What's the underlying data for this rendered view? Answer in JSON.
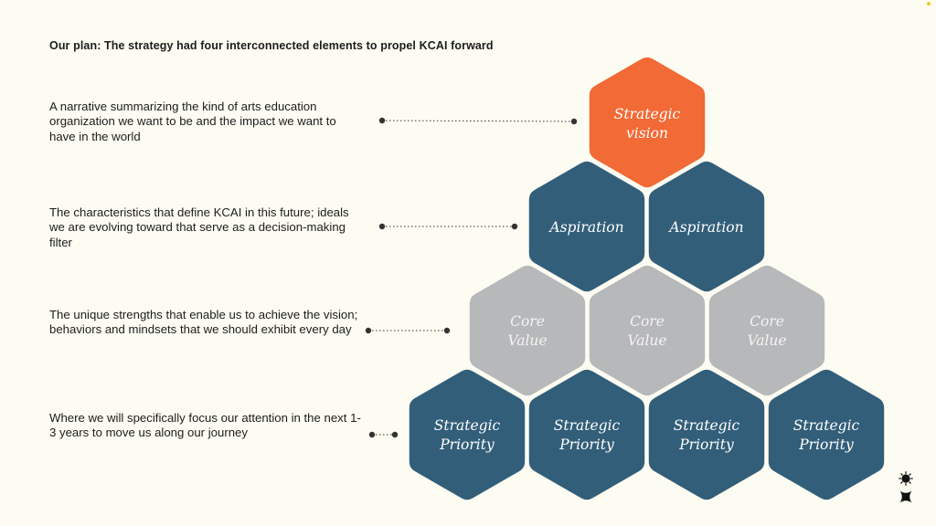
{
  "title": "Our plan: The strategy had four interconnected elements to propel KCAI forward",
  "rows": [
    {
      "description": "A narrative summarizing the kind of arts education organization we want to be and the impact we want to have in the world",
      "hexagons": [
        {
          "line1": "Strategic",
          "line2": "vision"
        }
      ]
    },
    {
      "description": "The characteristics that define KCAI in this future; ideals we are evolving toward that serve as a decision-making filter",
      "hexagons": [
        {
          "line1": "Aspiration",
          "line2": ""
        },
        {
          "line1": "Aspiration",
          "line2": ""
        }
      ]
    },
    {
      "description": "The unique strengths that enable us to achieve the vision; behaviors and mindsets that we should exhibit every day",
      "hexagons": [
        {
          "line1": "Core",
          "line2": "Value"
        },
        {
          "line1": "Core",
          "line2": "Value"
        },
        {
          "line1": "Core",
          "line2": "Value"
        }
      ]
    },
    {
      "description": "Where we will specifically focus our attention in the next 1-3 years to move us along our journey",
      "hexagons": [
        {
          "line1": "Strategic",
          "line2": "Priority"
        },
        {
          "line1": "Strategic",
          "line2": "Priority"
        },
        {
          "line1": "Strategic",
          "line2": "Priority"
        },
        {
          "line1": "Strategic",
          "line2": "Priority"
        }
      ]
    }
  ],
  "colors": {
    "vision": "#f26a35",
    "aspiration": "#325e79",
    "core_value": "#b7b8ba",
    "priority": "#325e79",
    "label_light": "#ffffff",
    "label_core": "#f4f4f4",
    "connector": "#333333"
  },
  "icons": [
    "sun-logo-icon",
    "cross-logo-icon"
  ]
}
